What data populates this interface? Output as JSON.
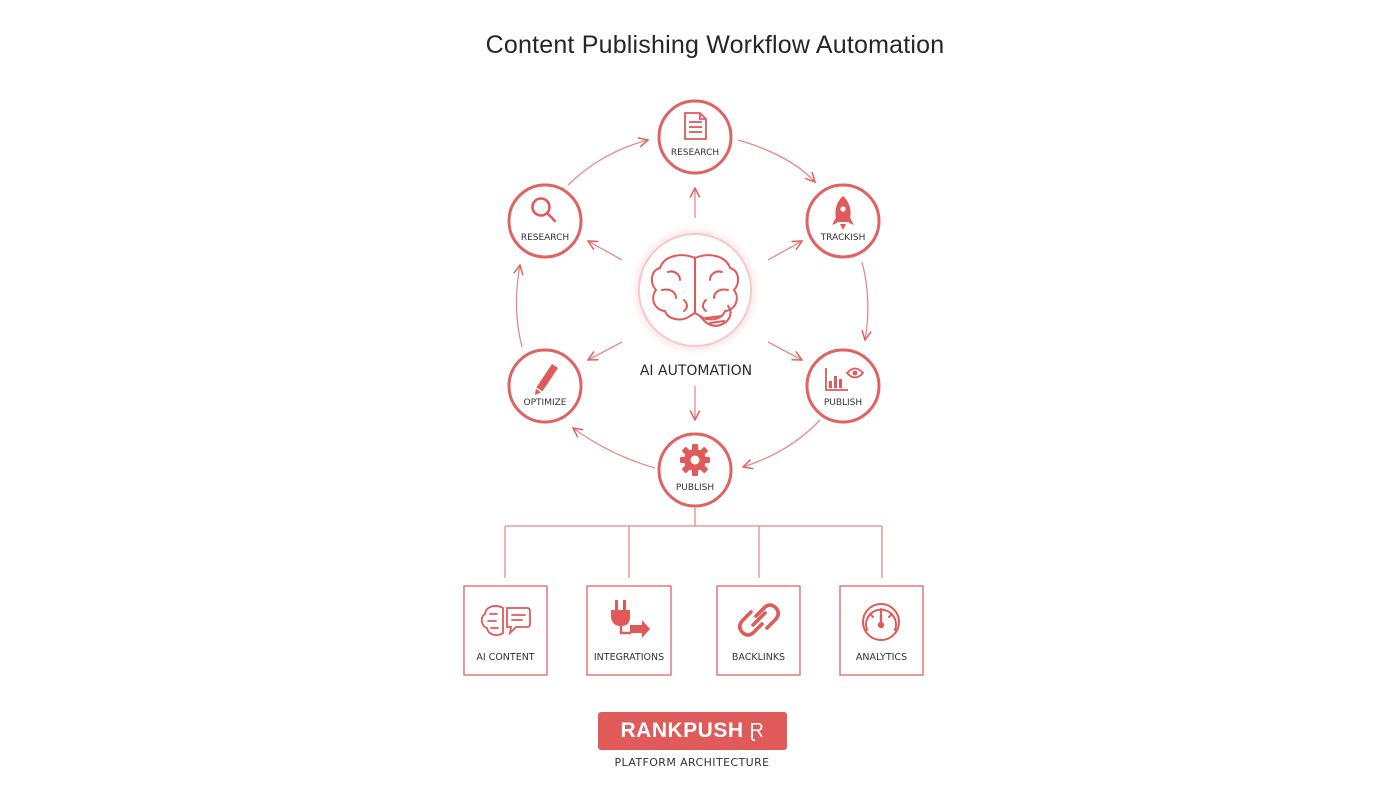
{
  "title": "Content Publishing Workflow Automation",
  "center": {
    "label": "AI AUTOMATION",
    "icon": "brain-icon"
  },
  "cycle_nodes": [
    {
      "label": "RESEARCH",
      "icon": "document-icon"
    },
    {
      "label": "TRACKISH",
      "icon": "rocket-icon"
    },
    {
      "label": "PUBLISH",
      "icon": "chart-eye-icon"
    },
    {
      "label": "PUBLISH",
      "icon": "gear-icon"
    },
    {
      "label": "OPTIMIZE",
      "icon": "pencil-icon"
    },
    {
      "label": "RESEARCH",
      "icon": "magnifier-icon"
    }
  ],
  "modules": [
    {
      "label": "AI CONTENT",
      "icon": "ai-chat-icon"
    },
    {
      "label": "INTEGRATIONS",
      "icon": "plug-icon"
    },
    {
      "label": "BACKLINKS",
      "icon": "link-icon"
    },
    {
      "label": "ANALYTICS",
      "icon": "gauge-icon"
    }
  ],
  "brand": {
    "name": "RANKPUSH",
    "mark": "Ɽ",
    "subtitle": "PLATFORM ARCHITECTURE"
  },
  "colors": {
    "accent": "#e05a5a",
    "stroke": "#e06262",
    "line": "#e88a8a"
  }
}
